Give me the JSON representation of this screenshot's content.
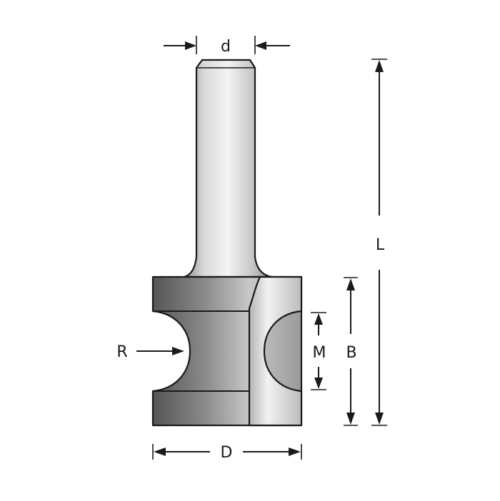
{
  "labels": {
    "d": "d",
    "L": "L",
    "R": "R",
    "M": "M",
    "B": "B",
    "D": "D"
  },
  "colors": {
    "line": "#1a1a1a",
    "shank_dark": "#8e8e8e",
    "shank_light": "#f4f4f4",
    "body_dark": "#555555",
    "body_mid": "#9a9a9a",
    "body_light": "#d2d2d2",
    "edge_light": "#f2f2f2",
    "edge_mid": "#b4b4b4"
  }
}
